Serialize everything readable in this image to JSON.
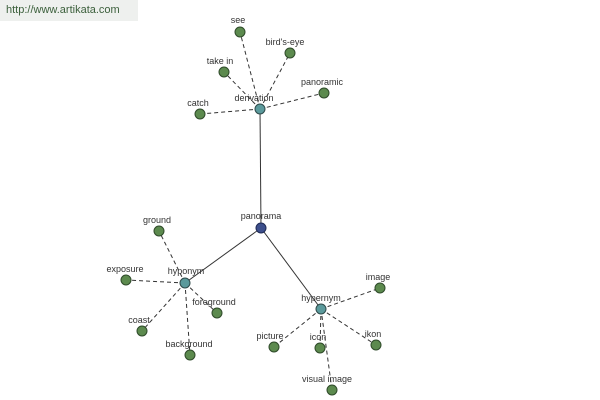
{
  "watermark": "http://www.artikata.com",
  "graph": {
    "root": "panorama",
    "relations": {
      "derivation": "derivation",
      "hyponym": "hyponym",
      "hypernym": "hypernym"
    },
    "leaves": {
      "see": "see",
      "birds_eye": "bird's-eye",
      "take_in": "take in",
      "panoramic": "panoramic",
      "catch": "catch",
      "ground": "ground",
      "exposure": "exposure",
      "foreground": "foreground",
      "coast": "coast",
      "background": "background",
      "image": "image",
      "picture": "picture",
      "icon": "icon",
      "ikon": "ikon",
      "visual_image": "visual image"
    }
  }
}
